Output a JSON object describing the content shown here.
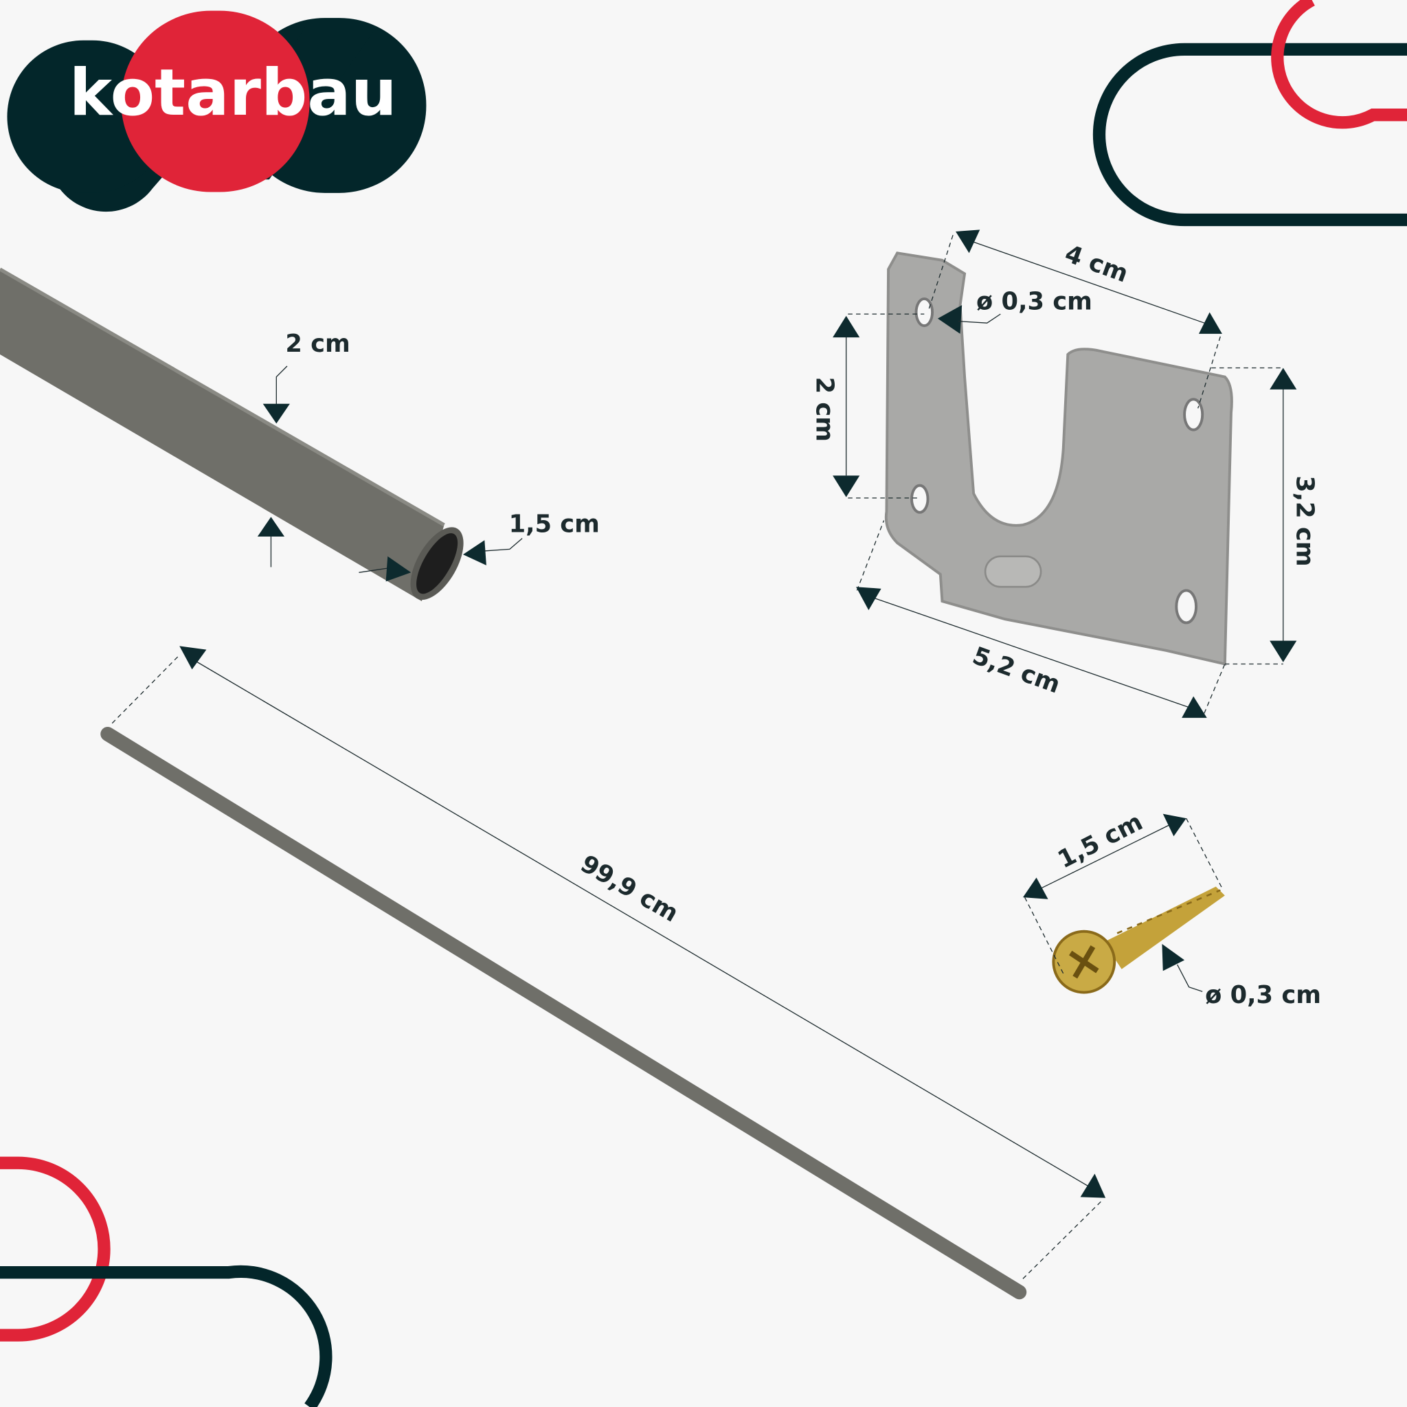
{
  "brand": {
    "logo_text": "kotarbau"
  },
  "colors": {
    "dark": "#03262a",
    "red": "#e02438",
    "background": "#f7f7f7",
    "rod": "#7a7a74",
    "bracket": "#a8a8a6",
    "screw": "#c9a93a"
  },
  "rod_detail": {
    "height_label": "2 cm",
    "width_label": "1,5 cm"
  },
  "rod_full": {
    "length_label": "99,9 cm"
  },
  "bracket": {
    "top_width_label": "4 cm",
    "hole_label": "ø 0,3 cm",
    "left_height_label": "2 cm",
    "right_height_label": "3,2 cm",
    "bottom_width_label": "5,2 cm"
  },
  "screw": {
    "length_label": "1,5 cm",
    "diameter_label": "ø 0,3 cm"
  }
}
